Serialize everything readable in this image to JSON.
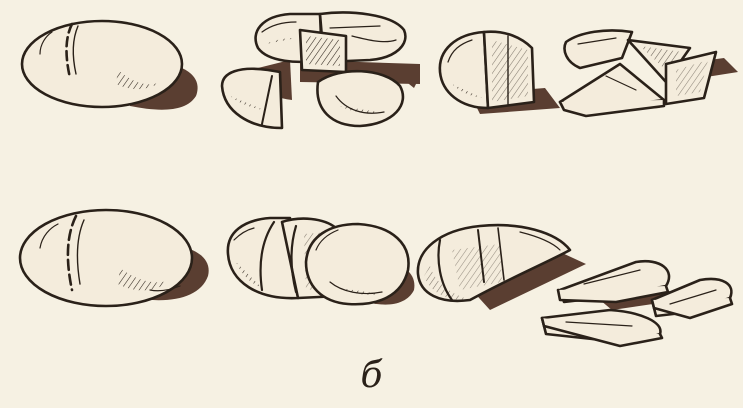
{
  "figure": {
    "caption": "б",
    "colors": {
      "background": "#f6f1e3",
      "ink": "#2a2119",
      "shadow": "#5a3e31",
      "fill": "#f4ecdc"
    },
    "rows": [
      {
        "name": "wedge-cutting-sequence",
        "steps": [
          "whole-round-loaf",
          "loaf-cut-into-quarters",
          "quarter-piece",
          "triangular-slices"
        ]
      },
      {
        "name": "slice-cutting-sequence",
        "steps": [
          "whole-round-loaf",
          "loaf-cut-in-halves",
          "half-piece",
          "flat-slices"
        ]
      }
    ]
  }
}
